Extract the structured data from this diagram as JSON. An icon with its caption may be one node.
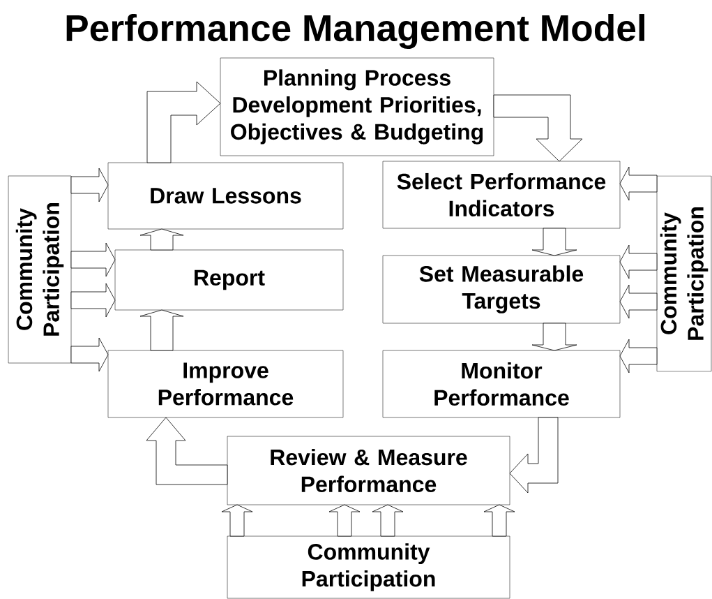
{
  "diagram": {
    "title": "Performance Management Model",
    "nodes": [
      {
        "text": [
          "Planning Process Development Priorities, Objectives & Budgeting"
        ]
      },
      {
        "text": [
          "Draw Lessons"
        ]
      },
      {
        "text": [
          "Select Performance Indicators"
        ]
      },
      {
        "text": [
          "Report"
        ]
      },
      {
        "text": [
          "Set Measurable Targets"
        ]
      },
      {
        "text": [
          "Improve Performance"
        ]
      },
      {
        "text": [
          "Monitor Performance"
        ]
      },
      {
        "text": [
          "Review & Measure Performance"
        ]
      },
      {
        "text": [
          "Community Participation"
        ]
      },
      {
        "text": [
          "Community Participation"
        ]
      },
      {
        "text": [
          "Community Participation"
        ]
      }
    ],
    "edges": [
      {
        "from": 1,
        "to": 0,
        "arrow": "to"
      },
      {
        "from": 0,
        "to": 2,
        "arrow": "to"
      },
      {
        "from": 3,
        "to": 1,
        "arrow": "to"
      },
      {
        "from": 5,
        "to": 3,
        "arrow": "to"
      },
      {
        "from": 2,
        "to": 4,
        "arrow": "to"
      },
      {
        "from": 4,
        "to": 6,
        "arrow": "to"
      },
      {
        "from": 6,
        "to": 7,
        "arrow": "to"
      },
      {
        "from": 7,
        "to": 5,
        "arrow": "to"
      },
      {
        "from": 8,
        "to": 1,
        "arrow": "to"
      },
      {
        "from": 8,
        "to": 3,
        "arrow": "to"
      },
      {
        "from": 8,
        "to": 3,
        "arrow": "to"
      },
      {
        "from": 8,
        "to": 5,
        "arrow": "to"
      },
      {
        "from": 9,
        "to": 2,
        "arrow": "to"
      },
      {
        "from": 9,
        "to": 4,
        "arrow": "to"
      },
      {
        "from": 9,
        "to": 4,
        "arrow": "to"
      },
      {
        "from": 9,
        "to": 6,
        "arrow": "to"
      },
      {
        "from": 10,
        "to": 7,
        "arrow": "to"
      },
      {
        "from": 10,
        "to": 7,
        "arrow": "to"
      },
      {
        "from": 10,
        "to": 7,
        "arrow": "to"
      },
      {
        "from": 10,
        "to": 7,
        "arrow": "to"
      }
    ]
  }
}
